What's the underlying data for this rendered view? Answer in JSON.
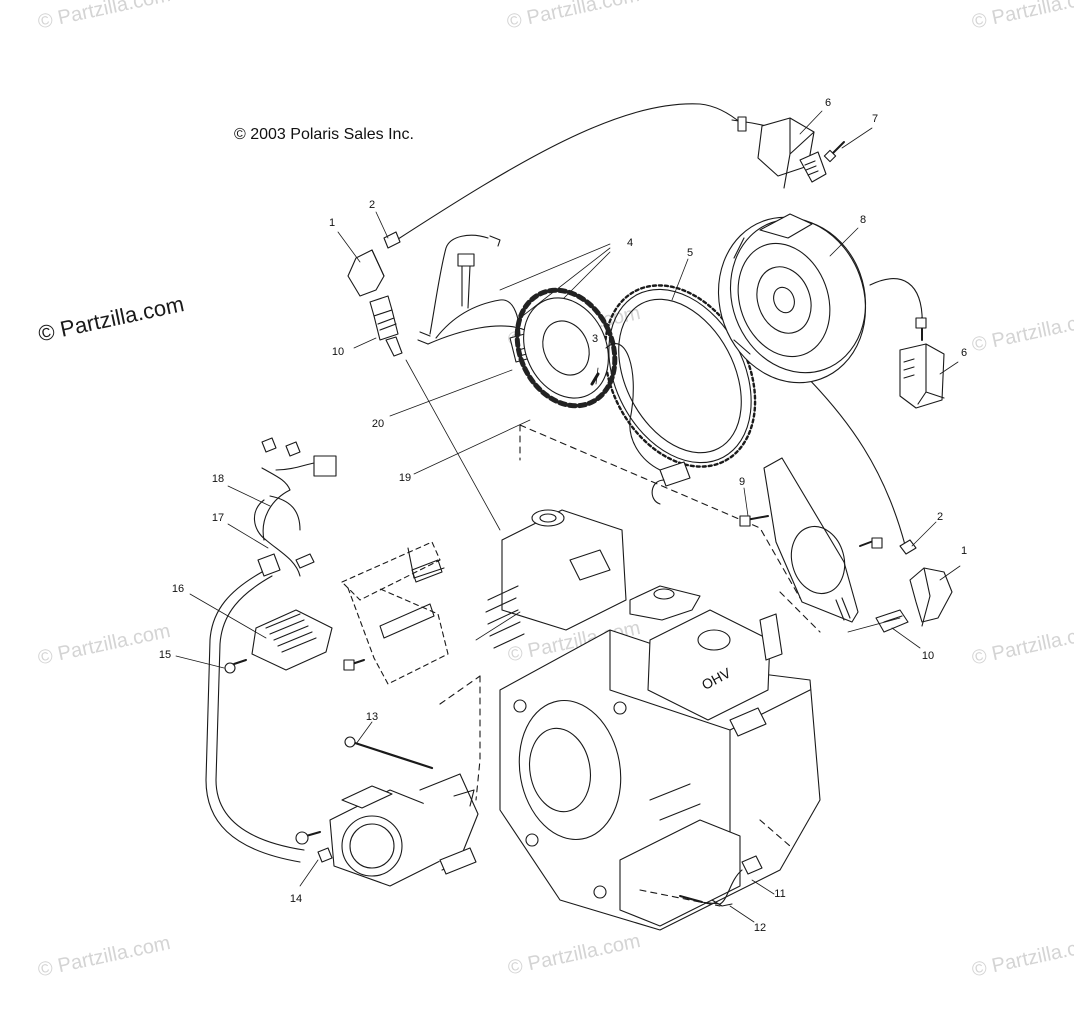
{
  "copyright": "© 2003 Polaris Sales Inc.",
  "watermark_main": "© Partzilla.com",
  "watermark_faded": "© Partzilla.com",
  "labels": {
    "l1a": "1",
    "l1b": "1",
    "l2a": "2",
    "l2b": "2",
    "l3": "3",
    "l4": "4",
    "l5": "5",
    "l6a": "6",
    "l6b": "6",
    "l7": "7",
    "l8": "8",
    "l9": "9",
    "l10a": "10",
    "l10b": "10",
    "l11": "11",
    "l12": "12",
    "l13": "13",
    "l14": "14",
    "l15": "15",
    "l16": "16",
    "l17": "17",
    "l18": "18",
    "l19": "19",
    "l20": "20"
  },
  "engine_mark": "OHV"
}
